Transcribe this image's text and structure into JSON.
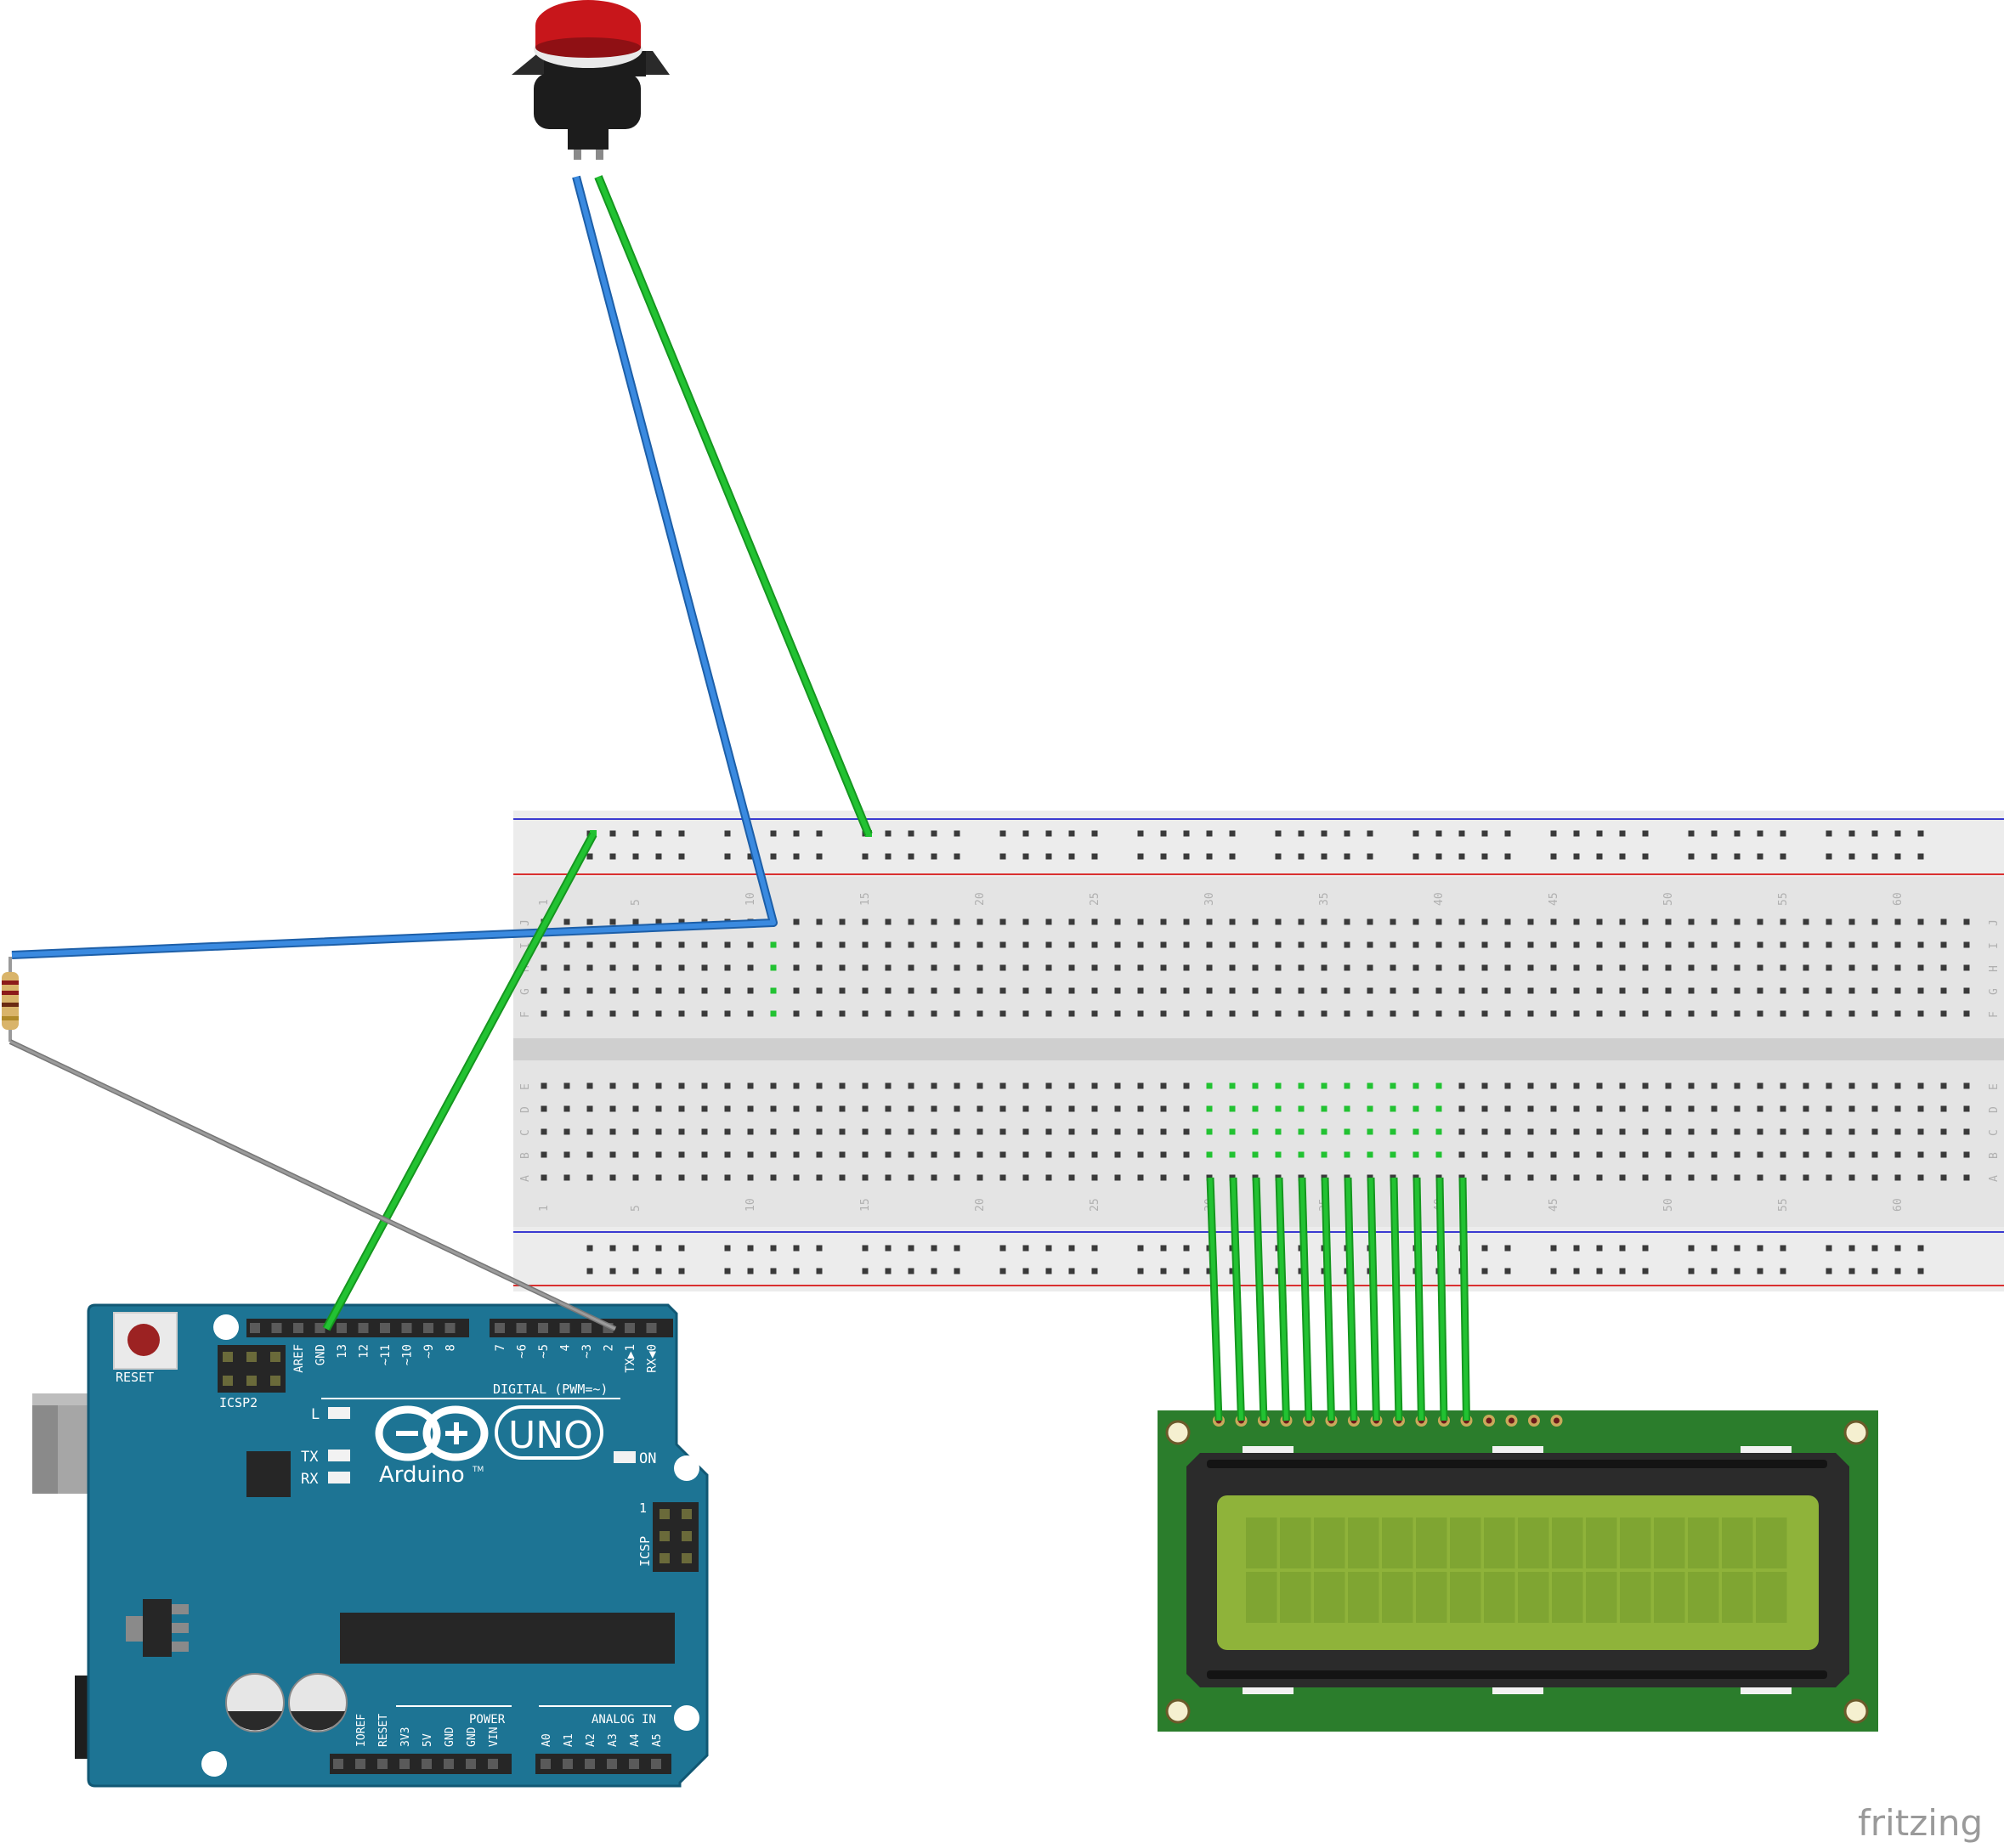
{
  "watermark": "fritzing",
  "colors": {
    "wire_green": "#1fbd2e",
    "wire_blue": "#2f7fd8",
    "wire_gray": "#8c8c8c",
    "board_blue": "#1d7494",
    "board_outline": "#115874",
    "lcd_pcb": "#2b7d2c",
    "lcd_screen": "#8fb33a",
    "breadboard": "#e4e4e4",
    "rail_red": "#d93030",
    "rail_blue": "#3a3ad0",
    "button_red": "#c8161b"
  },
  "arduino": {
    "reset_label": "RESET",
    "icsp2_label": "ICSP2",
    "icsp_label": "ICSP",
    "icsp_pin1": "1",
    "led_l": "L",
    "led_tx": "TX",
    "led_rx": "RX",
    "led_on": "ON",
    "logo_text": "Arduino",
    "tm": "TM",
    "model": "UNO",
    "digital_label": "DIGITAL (PWM=~)",
    "power_label": "POWER",
    "analog_label": "ANALOG IN",
    "digital_pins": [
      "AREF",
      "GND",
      "13",
      "12",
      "~11",
      "~10",
      "~9",
      "8",
      "7",
      "~6",
      "~5",
      "4",
      "~3",
      "2",
      "TX▶1",
      "RX◀0"
    ],
    "power_pins": [
      "IOREF",
      "RESET",
      "3V3",
      "5V",
      "GND",
      "GND",
      "VIN"
    ],
    "analog_pins": [
      "A0",
      "A1",
      "A2",
      "A3",
      "A4",
      "A5"
    ]
  },
  "breadboard": {
    "column_numbers": [
      "1",
      "5",
      "10",
      "15",
      "20",
      "25",
      "30",
      "35",
      "40",
      "45",
      "50",
      "55",
      "60"
    ],
    "rows_top": [
      "J",
      "I",
      "H",
      "G",
      "F"
    ],
    "rows_bottom": [
      "E",
      "D",
      "C",
      "B",
      "A"
    ]
  }
}
